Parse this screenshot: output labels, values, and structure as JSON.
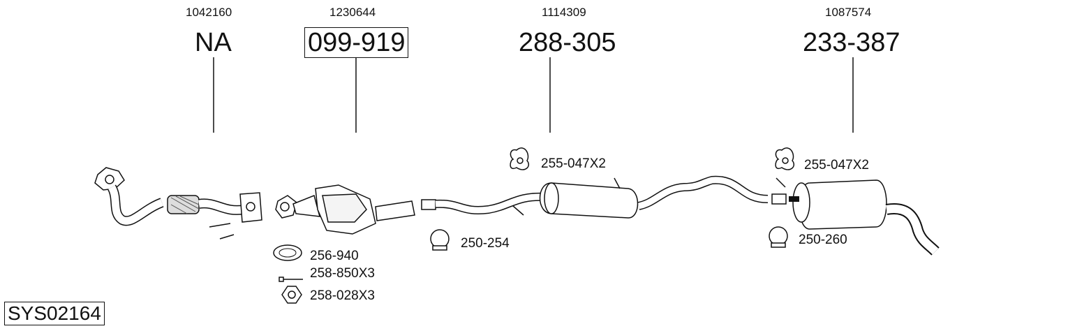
{
  "sections": [
    {
      "ref": "1042160",
      "code": "NA"
    },
    {
      "ref": "1230644",
      "code": "099-919"
    },
    {
      "ref": "1114309",
      "code": "288-305"
    },
    {
      "ref": "1087574",
      "code": "233-387"
    }
  ],
  "parts": {
    "gasket": "256-940",
    "bolt": "258-850X3",
    "nut": "258-028X3",
    "clamp_mid": "250-254",
    "hanger_mid": "255-047X2",
    "hanger_rear": "255-047X2",
    "clamp_rear": "250-260"
  },
  "system_id": "SYS02164"
}
